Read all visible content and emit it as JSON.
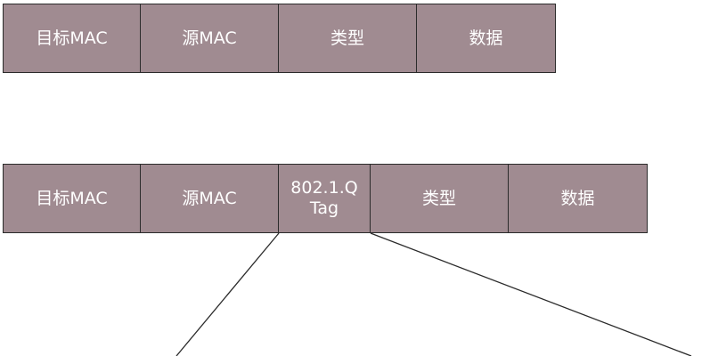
{
  "top_frame": {
    "fields": [
      "目标MAC",
      "源MAC",
      "类型",
      "数据"
    ]
  },
  "bottom_frame": {
    "fields": [
      "目标MAC",
      "源MAC",
      "802.1.Q",
      "Tag",
      "类型",
      "数据"
    ]
  },
  "colors": {
    "cell_fill": "#a08b91",
    "cell_text": "#ffffff",
    "border": "#2b2b2b"
  }
}
